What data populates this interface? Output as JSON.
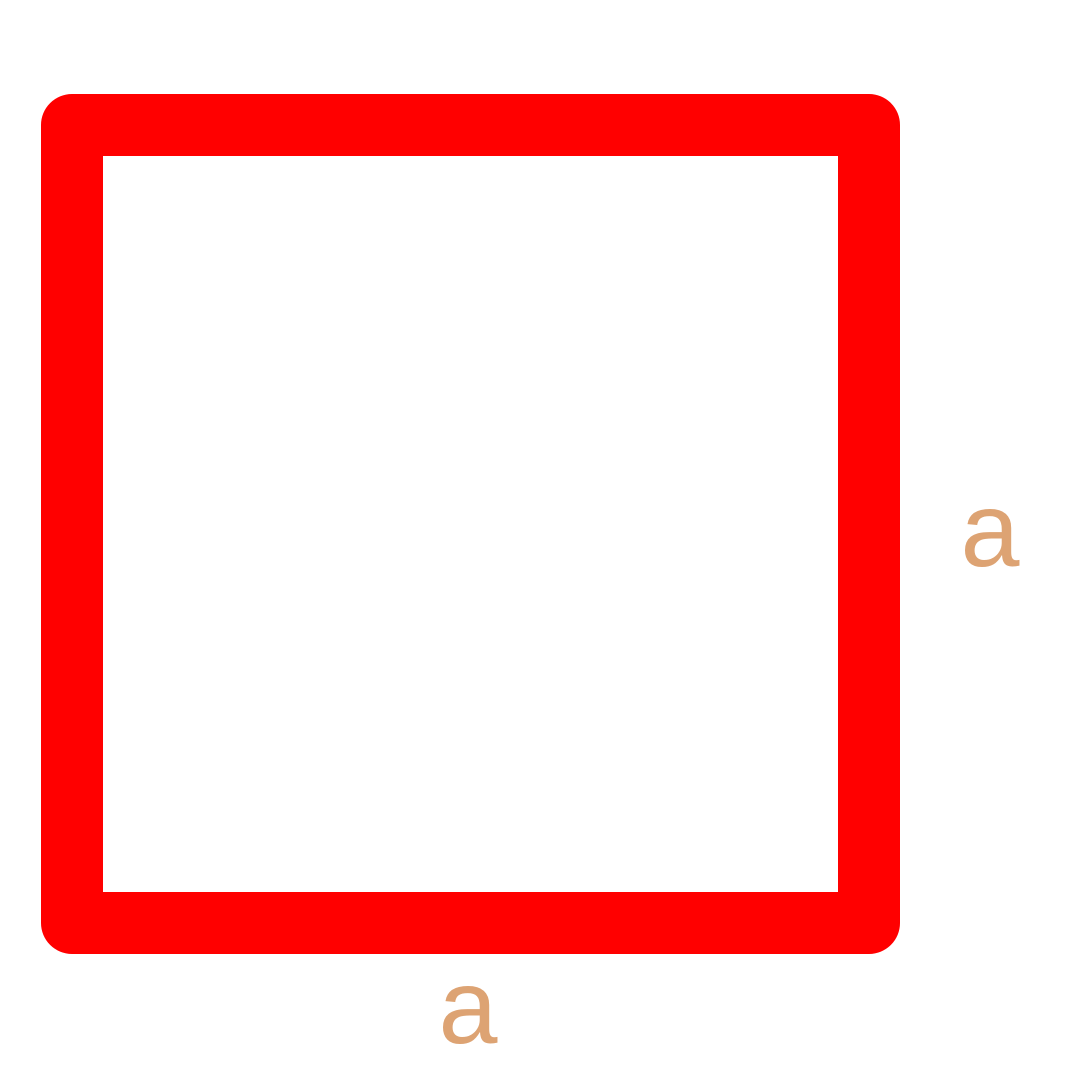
{
  "diagram": {
    "shape": "square",
    "stroke_color": "#ff0000",
    "label_color": "#dda373",
    "labels": {
      "right_side": "a",
      "bottom_side": "a"
    }
  }
}
